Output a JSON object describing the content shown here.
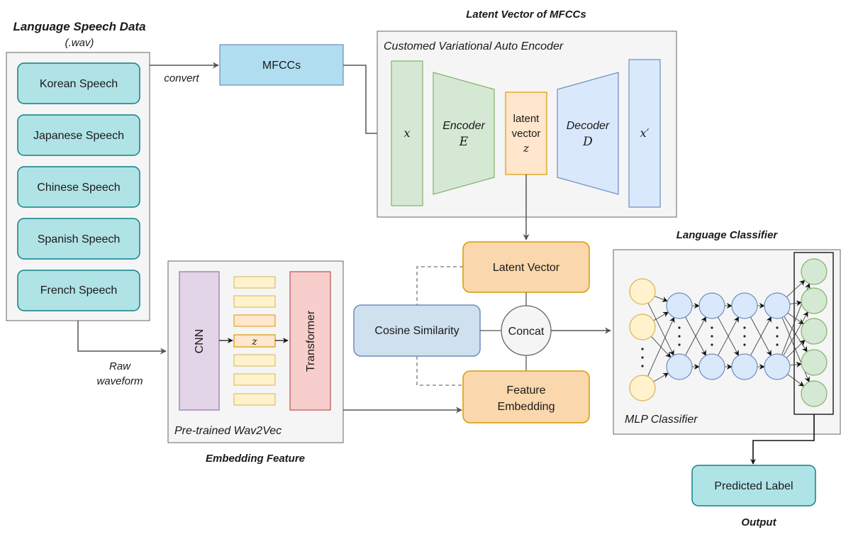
{
  "speech_data": {
    "title": "Language Speech Data",
    "subtitle": "(.wav)",
    "languages": [
      "Korean Speech",
      "Japanese Speech",
      "Chinese Speech",
      "Spanish Speech",
      "French Speech"
    ]
  },
  "edges": {
    "convert": "convert",
    "raw_1": "Raw",
    "raw_2": "waveform"
  },
  "mfccs": {
    "label": "MFCCs"
  },
  "vae": {
    "section_title": "Latent Vector of MFCCs",
    "frame_title": "Customed Variational Auto Encoder",
    "input": "x",
    "encoder_1": "Encoder",
    "encoder_2": "E",
    "latent_1": "latent",
    "latent_2": "vector",
    "latent_3": "z",
    "decoder_1": "Decoder",
    "decoder_2": "D",
    "output": "x′"
  },
  "wav2vec": {
    "section_title": "Embedding Feature",
    "frame_title": "Pre-trained Wav2Vec",
    "cnn": "CNN",
    "z": "z",
    "transformer": "Transformer"
  },
  "fusion": {
    "latent_vector": "Latent Vector",
    "cosine": "Cosine Similarity",
    "concat": "Concat",
    "feature_1": "Feature",
    "feature_2": "Embedding"
  },
  "classifier": {
    "section_title": "Language Classifier",
    "frame_title": "MLP Classifier"
  },
  "output": {
    "label": "Predicted Label",
    "caption": "Output"
  },
  "colors": {
    "teal": "#b0e3e6",
    "teal_stroke": "#0e8088",
    "blue": "#b1ddf0",
    "green": "#d5e8d4",
    "green_stroke": "#82b366",
    "blue_light": "#dae8fc",
    "blue_stroke": "#6c8ebf",
    "orange_light": "#ffe6cc",
    "orange": "#fad7ac",
    "orange_stroke": "#d79b00",
    "purple": "#e1d5e7",
    "purple_stroke": "#9673a6",
    "red": "#f8cecc",
    "red_stroke": "#b85450",
    "yellow": "#fff2cc",
    "yellow_stroke": "#d6b656",
    "cosine": "#cfe0ee",
    "gray_fill": "#f5f5f5",
    "gray_stroke": "#666666"
  }
}
